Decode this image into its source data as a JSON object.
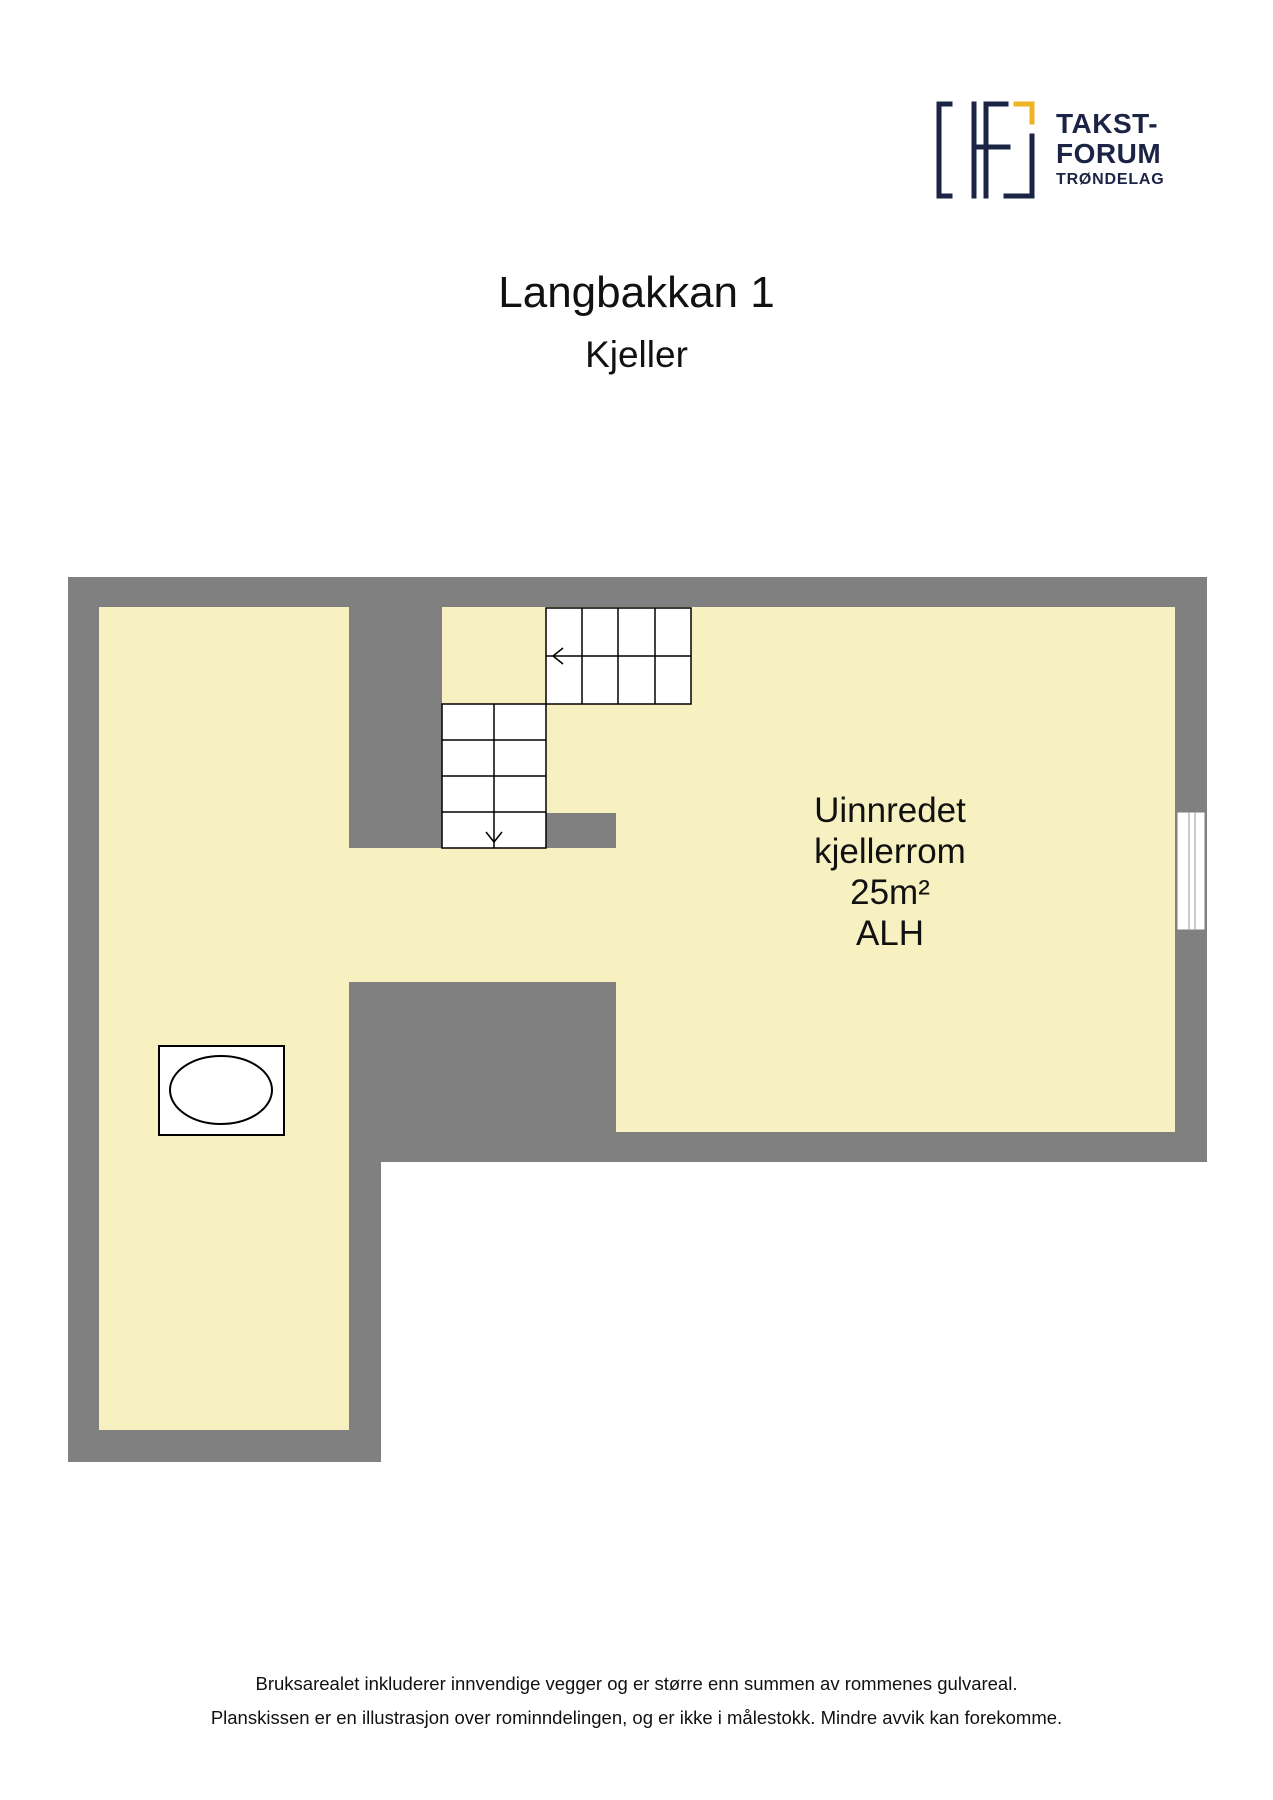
{
  "logo": {
    "line1": "TAKST-",
    "line2": "FORUM",
    "line3": "TRØNDELAG",
    "colors": {
      "navy": "#1b2444",
      "accent": "#f0b323"
    }
  },
  "header": {
    "title": "Langbakkan 1",
    "subtitle": "Kjeller"
  },
  "floorplan": {
    "colors": {
      "wall": "#808080",
      "floor": "#f7f0c0",
      "stair": "#ffffff",
      "line": "#000000"
    },
    "room": {
      "name_line1": "Uinnredet",
      "name_line2": "kjellerrom",
      "area": "25m²",
      "note": "ALH"
    },
    "fixtures": [
      "stair-icon",
      "stair-icon",
      "window-icon",
      "oval-basin-icon"
    ]
  },
  "footer": {
    "line1": "Bruksarealet inkluderer innvendige vegger og er større enn summen av rommenes gulvareal.",
    "line2": "Planskissen er en illustrasjon over rominndelingen, og er ikke i målestokk. Mindre avvik kan forekomme."
  }
}
